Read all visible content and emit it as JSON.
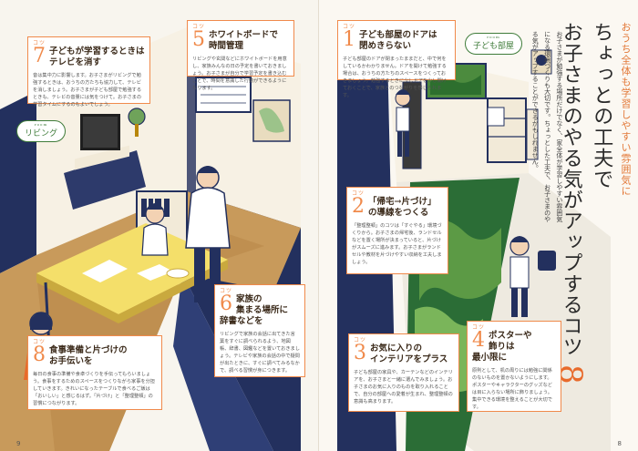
{
  "left_page": {
    "room_label": {
      "room": "room",
      "name": "リビング"
    },
    "page_number": "9",
    "tips": [
      {
        "kotsu": "コツ",
        "number": "7",
        "title": [
          "子どもが学習するときは",
          "テレビを消す"
        ],
        "body": "音は集中力に影響します。お子さまがリビングで勉強するときは、おうちの方たちも協力して、テレビを消しましょう。お子さまが子ども部屋で勉強するときも、テレビの音量には気をつけて。お子さまの学習タイムにするのもよいでしょう。"
      },
      {
        "kotsu": "コツ",
        "number": "5",
        "title": [
          "ホワイトボードで",
          "時間管理"
        ],
        "body": "リビングや玄関などにホワイトボードを用意し、家族みんなの日の予定を書いておきましょう。お子さまが自分で学習予定を書き込むことで、時間を意識した行動ができるようになります。"
      },
      {
        "kotsu": "コツ",
        "number": "6",
        "title": [
          "家族の",
          "集まる場所に",
          "辞書などを"
        ],
        "body": "リビングで家族の会話に出てきた言葉をすぐに調べられるよう、地図帳、辞書、図鑑などを置いておきましょう。テレビや家族の会話の中で疑問が出たときに、すぐに調べてみるなかで、調べる習慣が身につきます。"
      },
      {
        "kotsu": "コツ",
        "number": "8",
        "title": [
          "食事準備と片づけの",
          "お手伝いを"
        ],
        "body": "毎日の食事の準備や食卓づくりを手伝ってもらいましょう。食事をするためのスペースをつくりながら家事を分担していきます。きれいになったテーブルで食べるご飯は「おいしい」と感じるはず。「片づけ」と「整理整頓」の習慣につながります。"
      }
    ]
  },
  "right_page": {
    "room_label": {
      "room": "room",
      "name": "子ども部屋"
    },
    "page_number": "8",
    "kicker": "おうち全体も学習しやすい雰囲気に",
    "headline_lines": [
      "ちょっとの工夫で",
      "お子さまのやる気がアップするコツ"
    ],
    "headline_number": "8",
    "lead": "お子さまが勉強する場所だけでなく、家全体が学習しやすい雰囲気になる環境づくりも大切です。ちょっとした工夫で、お子さまのやる気がアップすることができるかもしれません。",
    "tips": [
      {
        "kotsu": "コツ",
        "number": "1",
        "title": [
          "子ども部屋のドアは",
          "閉めきらない"
        ],
        "body": "子ども部屋のドアが閉まったままだと、中で何をしているかわかりません。ドアを開けて勉強する場合は、おうちの方たちのスペースをつくっておきましょう。勉強するときに少しドアを少し開けておくことで、家族とのつながりを感じられます。"
      },
      {
        "kotsu": "コツ",
        "number": "2",
        "title": [
          "「帰宅→片づけ」",
          "の導線をつくる"
        ],
        "body": "「整理整頓」のコツは「すぐやる」環境づくりから。お子さまの帰宅後、ランドセルなどを置く場所が決まっていると、片づけがスムーズに進みます。お子さまがランドセルや教材を片づけやすい収納を工夫しましょう。"
      },
      {
        "kotsu": "コツ",
        "number": "3",
        "title": [
          "お気に入りの",
          "インテリアをプラス"
        ],
        "body": "子ども部屋の家具や、カーテンなどのインテリアを、お子さまと一緒に選んでみましょう。お子さまのお気に入りのものを取り入れることで、自分の部屋への愛着が生まれ、整理整頓の意識も高まります。"
      },
      {
        "kotsu": "コツ",
        "number": "4",
        "title": [
          "ポスターや",
          "飾りは",
          "最小限に"
        ],
        "body": "原則として、机の周りには勉強に関係のないものを置かないようにします。ポスターやキャラクターのグッズなどは目に入らない場所に飾りましょう。集中できる環境を整えることが大切です。"
      }
    ]
  },
  "colors": {
    "accent": "#f08a4b",
    "headline_accent": "#e86a2b",
    "navy": "#23305e",
    "green": "#3f7c3a"
  }
}
